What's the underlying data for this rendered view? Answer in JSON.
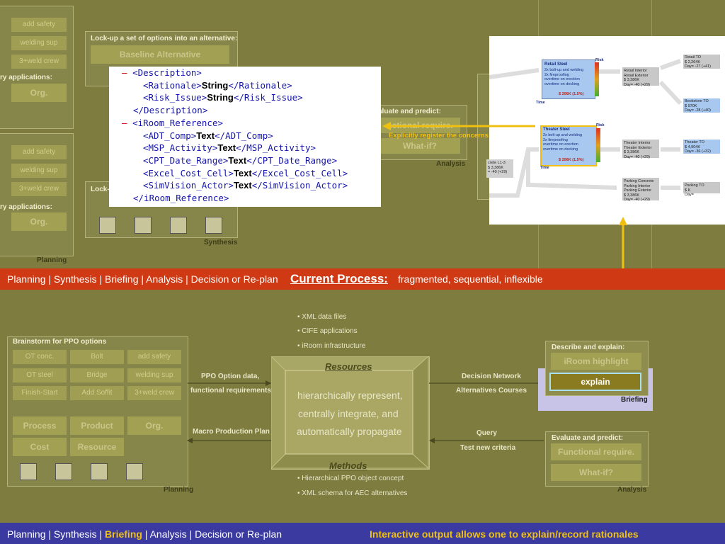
{
  "top": {
    "left_cells": [
      "add safety",
      "welding sup",
      "3+weld crew"
    ],
    "ry_applications": "ry applications:",
    "org": "Org.",
    "left2_cells": [
      "add safety",
      "welding sup",
      "3+weld crew"
    ],
    "lockup_title": "Lock-up a set of options into an alternative:",
    "baseline": "Baseline Alternative",
    "lock2": "Lock-",
    "planning": "Planning",
    "synthesis": "Synthesis",
    "evaluate": "aluate and predict:",
    "whatif": "What-if?",
    "functional": "nctional require.",
    "analysis": "Analysis",
    "explicit": "Explicitly register the concerns"
  },
  "xml": {
    "lines": [
      {
        "minus": "–",
        "open": "<Description>",
        "text": "",
        "close": ""
      },
      {
        "minus": "",
        "open": "<Rationale>",
        "text": "String",
        "close": "</Rationale>"
      },
      {
        "minus": "",
        "open": "<Risk_Issue>",
        "text": "String",
        "close": "</Risk_Issue>"
      },
      {
        "minus": "",
        "open": "</Description>",
        "text": "",
        "close": ""
      },
      {
        "minus": "–",
        "open": "<iRoom_Reference>",
        "text": "",
        "close": ""
      },
      {
        "minus": "",
        "open": "<ADT_Comp>",
        "text": "Text",
        "close": "</ADT_Comp>"
      },
      {
        "minus": "",
        "open": "<MSP_Activity>",
        "text": "Text",
        "close": "</MSP_Activity>"
      },
      {
        "minus": "",
        "open": "<CPT_Date_Range>",
        "text": "Text",
        "close": "</CPT_Date_Range>"
      },
      {
        "minus": "",
        "open": "<Excel_Cost_Cell>",
        "text": "Text",
        "close": "</Excel_Cost_Cell>"
      },
      {
        "minus": "",
        "open": "<SimVision_Actor>",
        "text": "Text",
        "close": "</SimVision_Actor>"
      },
      {
        "minus": "",
        "open": "</iRoom_Reference>",
        "text": "",
        "close": ""
      }
    ]
  },
  "network": {
    "retail_steel": {
      "title": "Retail Steel",
      "lines": [
        "2x bolt-up and welding",
        "2x fireproofing",
        "overtime on erection",
        "overtime on decking"
      ],
      "cost": "$ 206K (1.5%)"
    },
    "theater_steel": {
      "title": "Theater Steel",
      "lines": [
        "2x bolt-up and welding",
        "2x fireproofing",
        "overtime on erection",
        "overtime on decking"
      ],
      "cost": "$ 206K (1.5%)"
    },
    "risk": "Risk",
    "time": "Time",
    "retail_interior": [
      "Retail Interior",
      "Retail Exterior",
      "$ 3,386K",
      "Day= -40 (+29)"
    ],
    "theater_interior": [
      "Theater Interior",
      "Theater Exterior",
      "$ 3,386K",
      "Day= -40 (+29)"
    ],
    "parking": [
      "Parking Concrete",
      "Parking Interior",
      "Parking Exterior",
      "$ 3,386K",
      "Day= -40 (+29)"
    ],
    "retail_to": [
      "Retail TO",
      "$ 2,264K",
      "Day= -27 (+41)"
    ],
    "bookstore_to": [
      "Bookstore TO",
      "$ 970K",
      "Day= -28 (+40)"
    ],
    "theater_to": [
      "Theater TO",
      "$ 4,904K",
      "Day= -36 (+32)"
    ],
    "parking_to": [
      "Parking TO",
      "$ K",
      "Day="
    ],
    "concrete": [
      "crete L1-3",
      "$ 3,386K",
      "= -40 (+29)"
    ]
  },
  "bar1": {
    "nav": "Planning | Synthesis | Briefing | Analysis | Decision or Re-plan",
    "current": "Current Process:",
    "desc": "fragmented, sequential, inflexible"
  },
  "bottom": {
    "brainstorm": "Brainstorm for PPO options",
    "cells": [
      "OT conc.",
      "Bolt",
      "add safety",
      "OT steel",
      "Bridge",
      "welding sup",
      "Finish-Start",
      "Add Soffit",
      "3+weld crew"
    ],
    "big": [
      "Process",
      "Product",
      "Org.",
      "Cost",
      "Resource"
    ],
    "planning": "Planning",
    "ppo_data": "PPO Option data,",
    "func_req": "functional requirements",
    "macro": "Macro Production Plan",
    "bullets_top": [
      "XML data files",
      "CIFE applications",
      "iRoom infrastructure"
    ],
    "resources": "Resources",
    "methods": "Methods",
    "center_lines": [
      "hierarchically represent,",
      "centrally integrate, and",
      "automatically propagate"
    ],
    "bullets_bottom": [
      "Hierarchical PPO object concept",
      "XML schema for AEC alternatives"
    ],
    "decision_network": "Decision Network",
    "alternatives": "Alternatives Courses",
    "query": "Query",
    "test_new": "Test new criteria",
    "describe": "Describe and explain:",
    "iroom": "iRoom highlight",
    "explain": "explain",
    "briefing": "Briefing",
    "evaluate": "Evaluate and predict:",
    "functional": "Functional require.",
    "whatif": "What-if?",
    "analysis": "Analysis"
  },
  "bar2": {
    "nav_a": "Planning | Synthesis | ",
    "nav_b": "Briefing",
    "nav_c": " | Analysis | Decision or Re-plan",
    "right": "Interactive output allows one to explain/record rationales"
  },
  "colors": {
    "bg": "#7e7c3e",
    "bar1": "#cf3a14",
    "bar2": "#3a3aa0",
    "arrow": "#f0c010",
    "highlight": "#f0c010"
  }
}
